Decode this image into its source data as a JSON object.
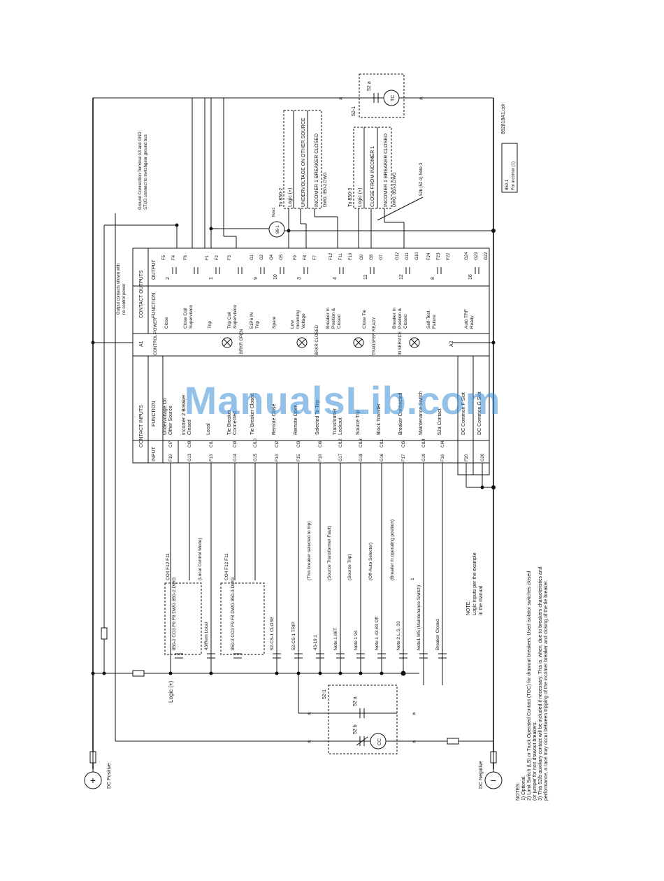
{
  "drawing_id": "892818A1.cdr",
  "dc_positive": "DC Positive",
  "dc_negative": "DC Negative",
  "ground_note": [
    "Ground Connection Terminal A3 and GND",
    "STUD connect to switchgear ground bus"
  ],
  "output_note": [
    "Output contacts shown with",
    "no control power"
  ],
  "relay_label": [
    "850-1",
    "For incomer (1)"
  ],
  "watermark": "ManualsLib.com",
  "headers": {
    "contact_outputs": "CONTACT OUTPUTS",
    "function": "FUNCTION",
    "output": "OUTPUT",
    "control_power": "CONTROL POWER",
    "contact_inputs": "CONTACT INPUTS",
    "input": "INPUT"
  },
  "control_power_terminals": [
    "A1",
    "A2"
  ],
  "leds": [
    "BRKR OPEN",
    "BRKR CLOSED",
    "TRANSFER READY",
    "IN SERVICE"
  ],
  "outputs": [
    {
      "function": "Close",
      "num": "2",
      "terminals": [
        "F5",
        "F4"
      ]
    },
    {
      "function": "Close Coil Supervision",
      "num": "",
      "terminals": [
        "F6"
      ]
    },
    {
      "function": "Trip",
      "num": "1",
      "terminals": [
        "F1",
        "F2"
      ]
    },
    {
      "function": "Trip Coil Supervision",
      "num": "",
      "terminals": [
        "F3"
      ]
    },
    {
      "function": "51P6 IN Trip",
      "num": "9",
      "terminals": [
        "G1",
        "G2"
      ]
    },
    {
      "function": "Spare",
      "num": "10",
      "terminals": [
        "G4",
        "G5"
      ]
    },
    {
      "function": "Low Incoming Voltage",
      "num": "3",
      "terminals": [
        "F9",
        "F8",
        "F7"
      ]
    },
    {
      "function": "Breaker In Position & Closed",
      "num": "4",
      "terminals": [
        "F12",
        "F11",
        "F10"
      ]
    },
    {
      "function": "Close Tie",
      "num": "11",
      "terminals": [
        "G9",
        "G8",
        "G7"
      ]
    },
    {
      "function": "Breaker In Position & Closed",
      "num": "12",
      "terminals": [
        "G12",
        "G11",
        "G10"
      ]
    },
    {
      "function": "Self-Test Failure",
      "num": "8",
      "terminals": [
        "F24",
        "F23",
        "F22"
      ]
    },
    {
      "function": "Auto TRF Ready",
      "num": "16",
      "terminals": [
        "G24",
        "G23",
        "G22"
      ]
    }
  ],
  "inputs": [
    {
      "terminal": "F19",
      "ci": "CI7",
      "function": "Undervoltage On Other Source"
    },
    {
      "terminal": "G13",
      "ci": "CI8",
      "function": "Incomer 2 Breaker Closed"
    },
    {
      "terminal": "F13",
      "ci": "CI1",
      "function": "Local"
    },
    {
      "terminal": "G14",
      "ci": "CI9",
      "function": "Tie Breaker Connected"
    },
    {
      "terminal": "G15",
      "ci": "CI10",
      "function": "Tie Breaker Closed"
    },
    {
      "terminal": "F14",
      "ci": "CI2",
      "function": "Remote Close"
    },
    {
      "terminal": "F15",
      "ci": "CI3",
      "function": "Remote Open"
    },
    {
      "terminal": "F18",
      "ci": "CI6",
      "function": "Selected To Trip"
    },
    {
      "terminal": "G17",
      "ci": "CI12",
      "function": "Transformer Lockout"
    },
    {
      "terminal": "G18",
      "ci": "CI13",
      "function": "Source Trip"
    },
    {
      "terminal": "G16",
      "ci": "CI11",
      "function": "Block Transfer"
    },
    {
      "terminal": "F17",
      "ci": "CI5",
      "function": "Breaker Connected"
    },
    {
      "terminal": "G19",
      "ci": "CI14",
      "function": "Maintenance Switch"
    },
    {
      "terminal": "F16",
      "ci": "CI4",
      "function": "52a Contact"
    },
    {
      "terminal": "F20",
      "ci": "",
      "function": "DC Common F Slot"
    },
    {
      "terminal": "G20",
      "ci": "",
      "function": "DC Common G Slot"
    }
  ],
  "field_contacts": [
    {
      "label": "850-2  CO3  F9  F8  DWG 850-2.DWG",
      "sub": "CO4  F12  F11"
    },
    {
      "label": "43/Rem Local",
      "sub": "(Local Control Mode)"
    },
    {
      "label": "850-3  CO3  F9  F8  DWG 850-3.DWG",
      "sub": "CO4  F12  F11"
    },
    {
      "label": "52-CS-1 CLOSE",
      "sub": ""
    },
    {
      "label": "52-CS-1 TRIP",
      "sub": ""
    },
    {
      "label": "43-10  1",
      "sub": "(This breaker selected to trip)"
    },
    {
      "label": "Note 1  86T",
      "sub": "(Source Transformer Fault)"
    },
    {
      "label": "Note 1  94",
      "sub": "(Source Trip)"
    },
    {
      "label": "Note 1  43-83  Off",
      "sub": "(Off-Auto Selector)"
    },
    {
      "label": "Note 2  L.S.  33",
      "sub": "(Breaker in operating position)"
    },
    {
      "label": "Note1  MS (Maintenance Switch)",
      "sub": "1"
    },
    {
      "label": "Breaker Closed",
      "sub": ""
    }
  ],
  "logic_plus": "Logic (+)",
  "logic_note": [
    "NOTE:",
    "Logic inputs per the example",
    "in the manual"
  ],
  "breaker_block": {
    "ref": "52-1",
    "contact_a": "52 a",
    "contact_b": "52 b",
    "close_coil": "CC"
  },
  "trip_block": {
    "ref": "52-1",
    "contact": "52 a",
    "trip_coil": "TC"
  },
  "lockout": {
    "label": "86-1",
    "note": "Note1"
  },
  "box_850_2": {
    "title": "To 850-2",
    "lines": [
      "Logic (+)",
      "UNDERVOLTAGE ON OTHER SOURCE",
      "INCOMER 1 BREAKER CLOSED"
    ],
    "dwg": "DWG: 850-2.DWG"
  },
  "box_850_3": {
    "title": "To 850-3",
    "lines": [
      "Logic (+)",
      "CLOSE FROM INCOMER 1",
      "INCOMER 1 BREAKER CLOSED"
    ],
    "dwg": "DWG: 850-3.DWG"
  },
  "note3_ref": "52b (52-1) Note 3",
  "notes": [
    "NOTES:",
    "1) Optional.",
    "2) Limit Switch (LS) or Truck Operated Contact (TOC) for drawout breakers. Used isolator switches closed",
    "(or jumper for non drawout breakers.",
    "3) This 52/b auxiliary contact will be included if necessary. This is, when, due to breakers characteristics and",
    "performance, a race may occur between tripping of the incomer breaker and closing of the tie breaker."
  ]
}
